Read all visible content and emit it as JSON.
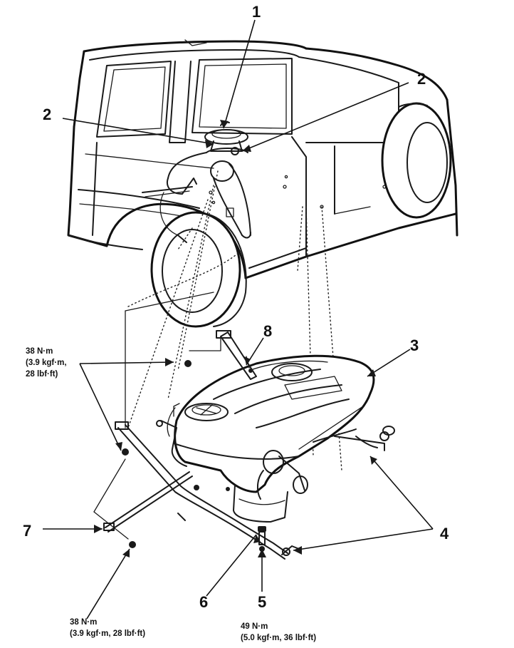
{
  "callouts": {
    "c1": "1",
    "c2_left": "2",
    "c2_right": "2",
    "c3": "3",
    "c4": "4",
    "c5": "5",
    "c6": "6",
    "c7": "7",
    "c8": "8"
  },
  "torque_specs": {
    "upper_left": {
      "line1": "38 N·m",
      "line2": "(3.9 kgf·m,",
      "line3": "28 lbf·ft)"
    },
    "bottom_left": {
      "line1": "38 N·m",
      "line2": "(3.9 kgf·m, 28 lbf·ft)"
    },
    "bottom_center": {
      "line1": "49 N·m",
      "line2": "(5.0 kgf·m, 36 lbf·ft)"
    }
  }
}
